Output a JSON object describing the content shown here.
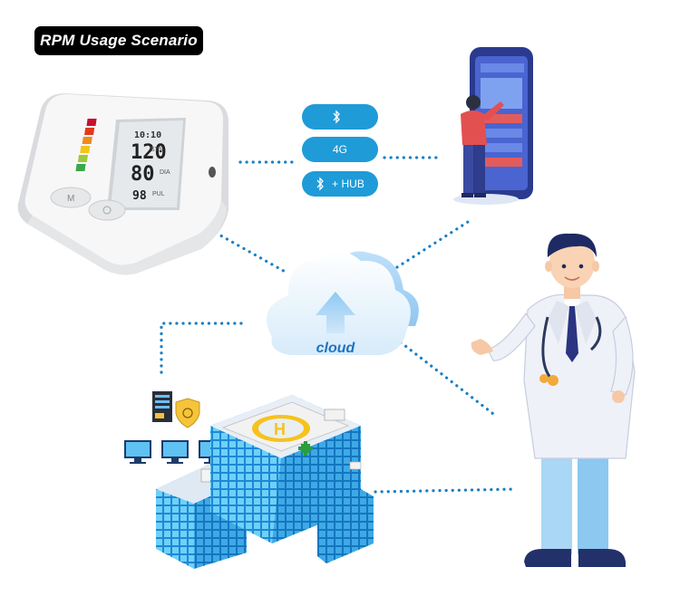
{
  "title": "RPM Usage Scenario",
  "connectivity": [
    {
      "icon": "bluetooth-icon",
      "label": ""
    },
    {
      "icon": "",
      "label": "4G"
    },
    {
      "icon": "bluetooth-icon",
      "label": "+ HUB"
    }
  ],
  "cloud": {
    "label": "cloud"
  },
  "device": {
    "sys_value": "120",
    "dia_value": "80",
    "pul_value": "98",
    "sys_label": "SYS",
    "dia_label": "DIA",
    "pul_label": "PUL",
    "m_button": "M",
    "time": "10:10"
  },
  "hospital": {
    "heli_letter": "H"
  },
  "colors": {
    "accent": "#1f9bd8",
    "dots": "#1a7fc4",
    "cloud": "#cfe6f8"
  }
}
